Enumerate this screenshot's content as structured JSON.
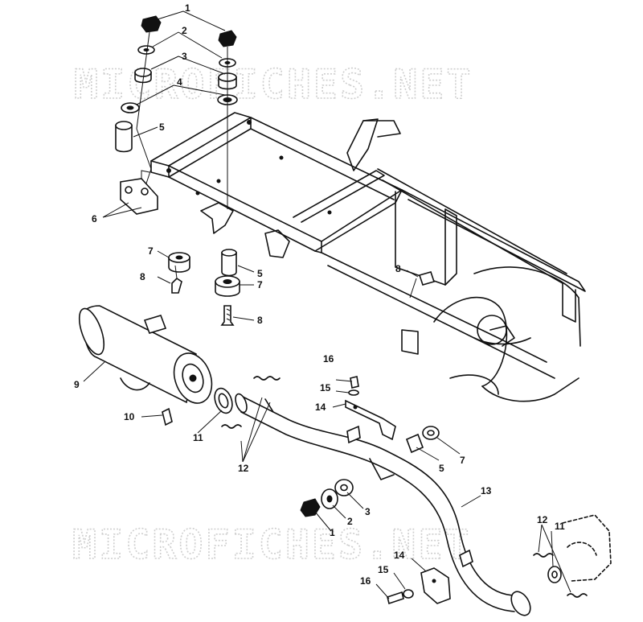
{
  "watermark": "MICROFICHES.NET",
  "callouts": [
    {
      "id": "c1a",
      "text": "1"
    },
    {
      "id": "c2a",
      "text": "2"
    },
    {
      "id": "c3a",
      "text": "3"
    },
    {
      "id": "c4",
      "text": "4"
    },
    {
      "id": "c5a",
      "text": "5"
    },
    {
      "id": "c6",
      "text": "6"
    },
    {
      "id": "c7a",
      "text": "7"
    },
    {
      "id": "c8a",
      "text": "8"
    },
    {
      "id": "c5b",
      "text": "5"
    },
    {
      "id": "c7b",
      "text": "7"
    },
    {
      "id": "c8b",
      "text": "8"
    },
    {
      "id": "c8c",
      "text": "8"
    },
    {
      "id": "c9",
      "text": "9"
    },
    {
      "id": "c10",
      "text": "10"
    },
    {
      "id": "c11a",
      "text": "11"
    },
    {
      "id": "c12a",
      "text": "12"
    },
    {
      "id": "c16a",
      "text": "16"
    },
    {
      "id": "c15a",
      "text": "15"
    },
    {
      "id": "c14a",
      "text": "14"
    },
    {
      "id": "c5c",
      "text": "5"
    },
    {
      "id": "c7c",
      "text": "7"
    },
    {
      "id": "c13",
      "text": "13"
    },
    {
      "id": "c3b",
      "text": "3"
    },
    {
      "id": "c2b",
      "text": "2"
    },
    {
      "id": "c1b",
      "text": "1"
    },
    {
      "id": "c12b",
      "text": "12"
    },
    {
      "id": "c11b",
      "text": "11"
    },
    {
      "id": "c14b",
      "text": "14"
    },
    {
      "id": "c15b",
      "text": "15"
    },
    {
      "id": "c16b",
      "text": "16"
    }
  ]
}
